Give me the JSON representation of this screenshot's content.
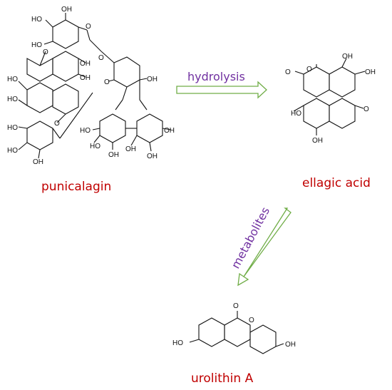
{
  "compounds": {
    "punicalagin": "punicalagin",
    "ellagic_acid": "ellagic acid",
    "urolithin_a": "urolithin A"
  },
  "arrows": {
    "hydrolysis": "hydrolysis",
    "metabolites": "metabolites"
  },
  "atom_labels": {
    "hydroxyl": "OH",
    "hydroxyl_left": "HO",
    "oxygen": "O"
  },
  "colors": {
    "compound_label": "#c00000",
    "arrow_label": "#7030a0",
    "arrow": "#70ad47",
    "structure": "#111111"
  }
}
